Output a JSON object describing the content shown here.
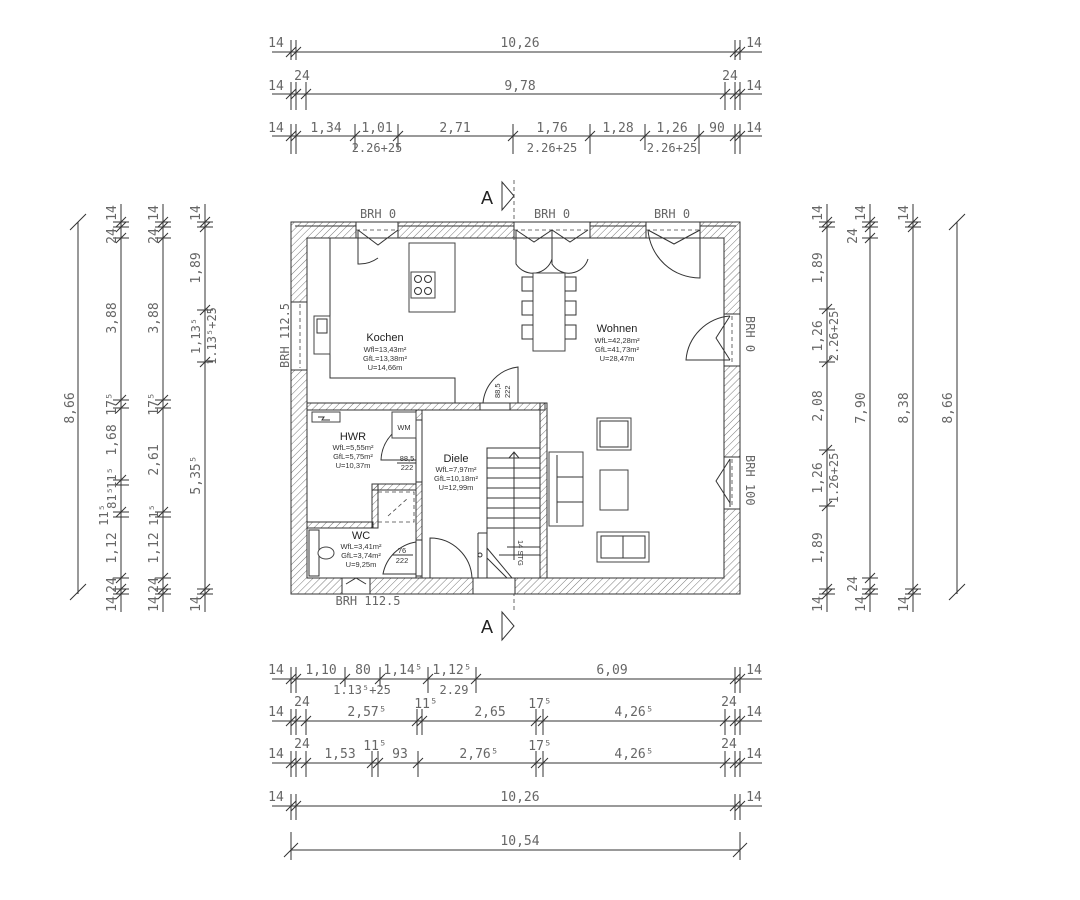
{
  "section_marks": [
    "A",
    "A"
  ],
  "rooms": {
    "kochen": {
      "name": "Kochen",
      "wfl": "Wfl=13,43m²",
      "gfl": "GfL=13,38m²",
      "u": "U=14,66m"
    },
    "wohnen": {
      "name": "Wohnen",
      "wfl": "WfL=42,28m²",
      "gfl": "GfL=41,73m²",
      "u": "U=28,47m"
    },
    "hwr": {
      "name": "HWR",
      "wfl": "WfL=5,55m²",
      "gfl": "GfL=5,75m²",
      "u": "U=10,37m"
    },
    "diele": {
      "name": "Diele",
      "wfl": "WfL=7,97m²",
      "gfl": "GfL=10,18m²",
      "u": "U=12,99m"
    },
    "wc": {
      "name": "WC",
      "wfl": "WfL=3,41m²",
      "gfl": "GfL=3,74m²",
      "u": "U=9,25m"
    }
  },
  "appliance": "WM",
  "stair": "14 STG",
  "doors": [
    {
      "w": "88,5",
      "h": "222"
    },
    {
      "w": "88,5",
      "h": "222"
    },
    {
      "w": "76",
      "h": "222"
    }
  ],
  "brh": [
    "BRH 0",
    "BRH 0",
    "BRH 0",
    "BRH 112.5",
    "BRH 0",
    "BRH 100",
    "BRH 112.5"
  ],
  "dims_top": {
    "row1": [
      "14",
      "10,26",
      "14"
    ],
    "row2": [
      "14",
      "24",
      "9,78",
      "24",
      "14"
    ],
    "row3": [
      "14",
      "1,34",
      "1,01",
      "2,71",
      "1,76",
      "1,28",
      "1,26",
      "90",
      "14"
    ],
    "row3_sub": [
      "2.26+25",
      "2.26+25",
      "2.26+25"
    ]
  },
  "dims_bottom": {
    "row1": [
      "14",
      "1,10",
      "80",
      "1,14⁵",
      "1,12⁵",
      "6,09",
      "14"
    ],
    "row1_sub": [
      "1.13⁵+25",
      "2.29"
    ],
    "row2": [
      "14",
      "24",
      "2,57⁵",
      "11⁵",
      "2,65",
      "17⁵",
      "4,26⁵",
      "24",
      "14"
    ],
    "row3": [
      "14",
      "24",
      "1,53",
      "11⁵",
      "93",
      "2,76⁵",
      "17⁵",
      "4,26⁵",
      "24",
      "14"
    ],
    "row4": [
      "14",
      "10,26",
      "14"
    ],
    "row5": [
      "10,54"
    ]
  },
  "dims_left": {
    "total": "8,66",
    "col1": [
      "14",
      "24",
      "3,88",
      "17⁵",
      "1,68",
      "11⁵",
      "81⁵",
      "11⁵",
      "1,12",
      "24",
      "14"
    ],
    "col2": [
      "14",
      "24",
      "3,88",
      "17⁵",
      "2,61",
      "11⁵",
      "1,12",
      "24",
      "14"
    ],
    "col3": [
      "14",
      "1,89",
      "1,13⁵",
      "1.13⁵+25",
      "5,35⁵",
      "14"
    ]
  },
  "dims_right": {
    "col1": [
      "14",
      "1,89",
      "1,26",
      "2.26+25",
      "2,08",
      "1,26",
      "1.26+25",
      "1,89",
      "14"
    ],
    "col2": [
      "14",
      "24",
      "7,90",
      "24",
      "14"
    ],
    "col3": [
      "14",
      "8,38",
      "14"
    ],
    "total": "8,66"
  }
}
